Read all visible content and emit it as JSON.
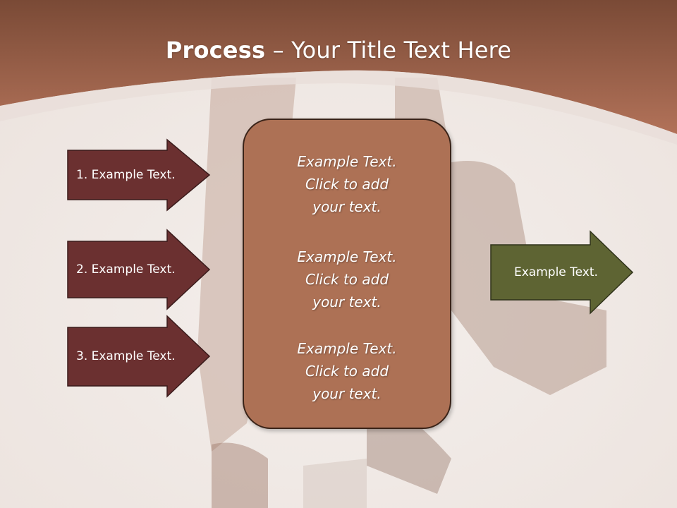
{
  "title": {
    "bold": "Process",
    "rest": " – Your Title Text Here"
  },
  "colors": {
    "header_brown": "#a66a4f",
    "left_arrow_fill": "#6b3030",
    "center_box_fill": "#ad7155",
    "right_arrow_fill": "#5e6433"
  },
  "left_arrows": [
    {
      "label": "1. Example Text."
    },
    {
      "label": "2. Example Text."
    },
    {
      "label": "3. Example Text."
    }
  ],
  "center_box": {
    "blocks": [
      {
        "line1": "Example Text.",
        "line2": "Click  to add",
        "line3": "your text."
      },
      {
        "line1": "Example Text.",
        "line2": "Click  to add",
        "line3": "your text."
      },
      {
        "line1": "Example Text.",
        "line2": "Click  to add",
        "line3": "your text."
      }
    ]
  },
  "right_arrow": {
    "label": "Example Text."
  }
}
